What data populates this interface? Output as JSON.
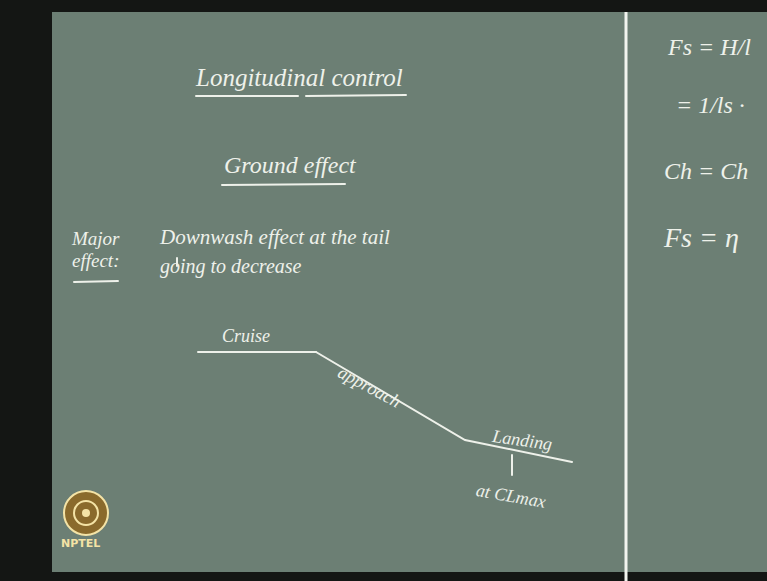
{
  "diagram": {
    "labels": [
      "Longitudinal control",
      "Ground effect",
      "Major effect:",
      "Downwash effect at the tail",
      "going to decrease",
      "Cruise",
      "approach",
      "Landing",
      "at CLmax",
      "Fs = H/l",
      "= 1/ls ·",
      "Ch = Ch",
      "Fs = η",
      "NPTEL"
    ]
  }
}
